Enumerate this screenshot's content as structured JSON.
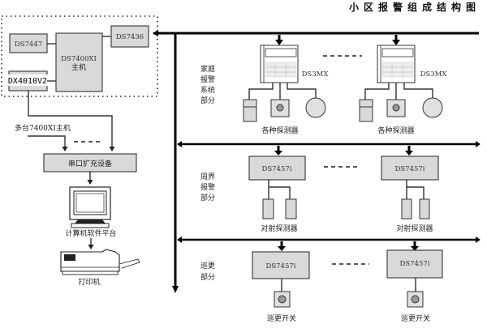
{
  "title": "小区报警组成结构图",
  "host_group": {
    "ds7447": "DS7447",
    "ds7400": [
      "DS7400XI",
      "主机"
    ],
    "ds7436": "DS7436",
    "dx4010": "DX4010V2"
  },
  "left_chain": {
    "multi_host": "多台7400XI主机",
    "serial_device": "串口扩充设备",
    "computer": "计算机软件平台",
    "printer": "打印机"
  },
  "sections": [
    {
      "name": [
        "家庭",
        "报警",
        "系统",
        "部分"
      ],
      "units": [
        {
          "label": "DS3MX",
          "detectors_label": "各种探测器"
        },
        {
          "label": "DS3MX",
          "detectors_label": "各种探测器"
        }
      ]
    },
    {
      "name": [
        "周界",
        "报警",
        "部分"
      ],
      "units": [
        {
          "label": "DS7457i",
          "detectors_label": "对射探测器"
        },
        {
          "label": "DS7457i",
          "detectors_label": "对射探测器"
        }
      ]
    },
    {
      "name": [
        "巡更",
        "部分"
      ],
      "units": [
        {
          "label": "DS7457i",
          "detectors_label": "巡更开关"
        },
        {
          "label": "DS7457i",
          "detectors_label": "巡更开关"
        }
      ]
    }
  ]
}
